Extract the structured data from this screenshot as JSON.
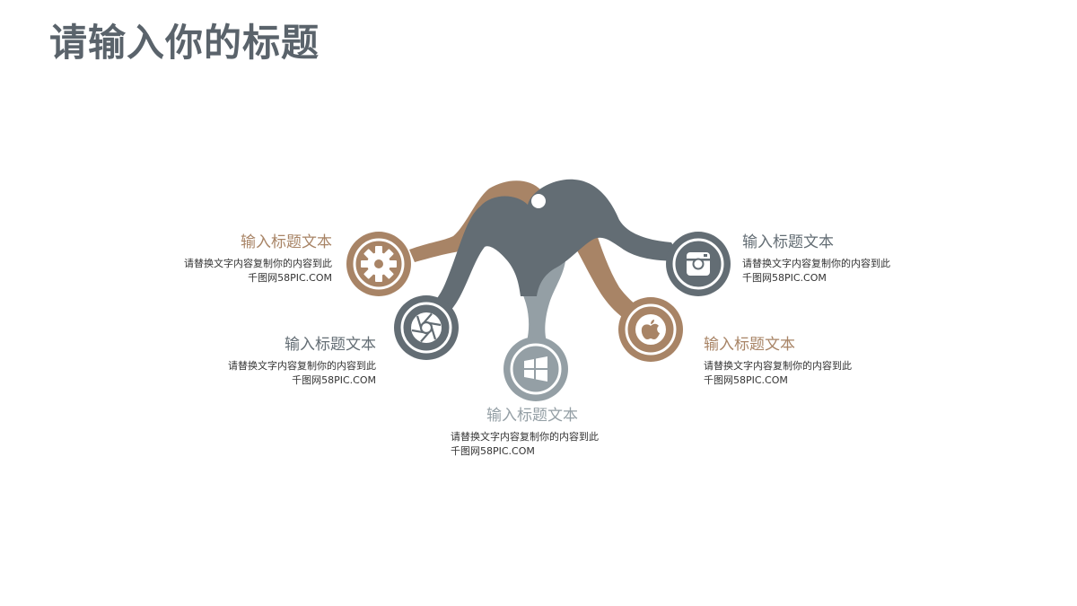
{
  "page": {
    "title": "请输入你的标题"
  },
  "colors": {
    "brown": "#a88466",
    "slate": "#636d74",
    "light_slate": "#949fa5",
    "title": "#5a636b"
  },
  "items": [
    {
      "title": "输入标题文本",
      "desc_line1": "请替换文字内容复制你的内容到此",
      "desc_line2": "千图网58PIC.COM",
      "icon": "gear-icon",
      "color": "#a88466"
    },
    {
      "title": "输入标题文本",
      "desc_line1": "请替换文字内容复制你的内容到此",
      "desc_line2": "千图网58PIC.COM",
      "icon": "aperture-icon",
      "color": "#636d74"
    },
    {
      "title": "输入标题文本",
      "desc_line1": "请替换文字内容复制你的内容到此",
      "desc_line2": "千图网58PIC.COM",
      "icon": "windows-icon",
      "color": "#949fa5"
    },
    {
      "title": "输入标题文本",
      "desc_line1": "请替换文字内容复制你的内容到此",
      "desc_line2": "千图网58PIC.COM",
      "icon": "apple-icon",
      "color": "#a88466"
    },
    {
      "title": "输入标题文本",
      "desc_line1": "请替换文字内容复制你的内容到此",
      "desc_line2": "千图网58PIC.COM",
      "icon": "instagram-icon",
      "color": "#636d74"
    }
  ]
}
